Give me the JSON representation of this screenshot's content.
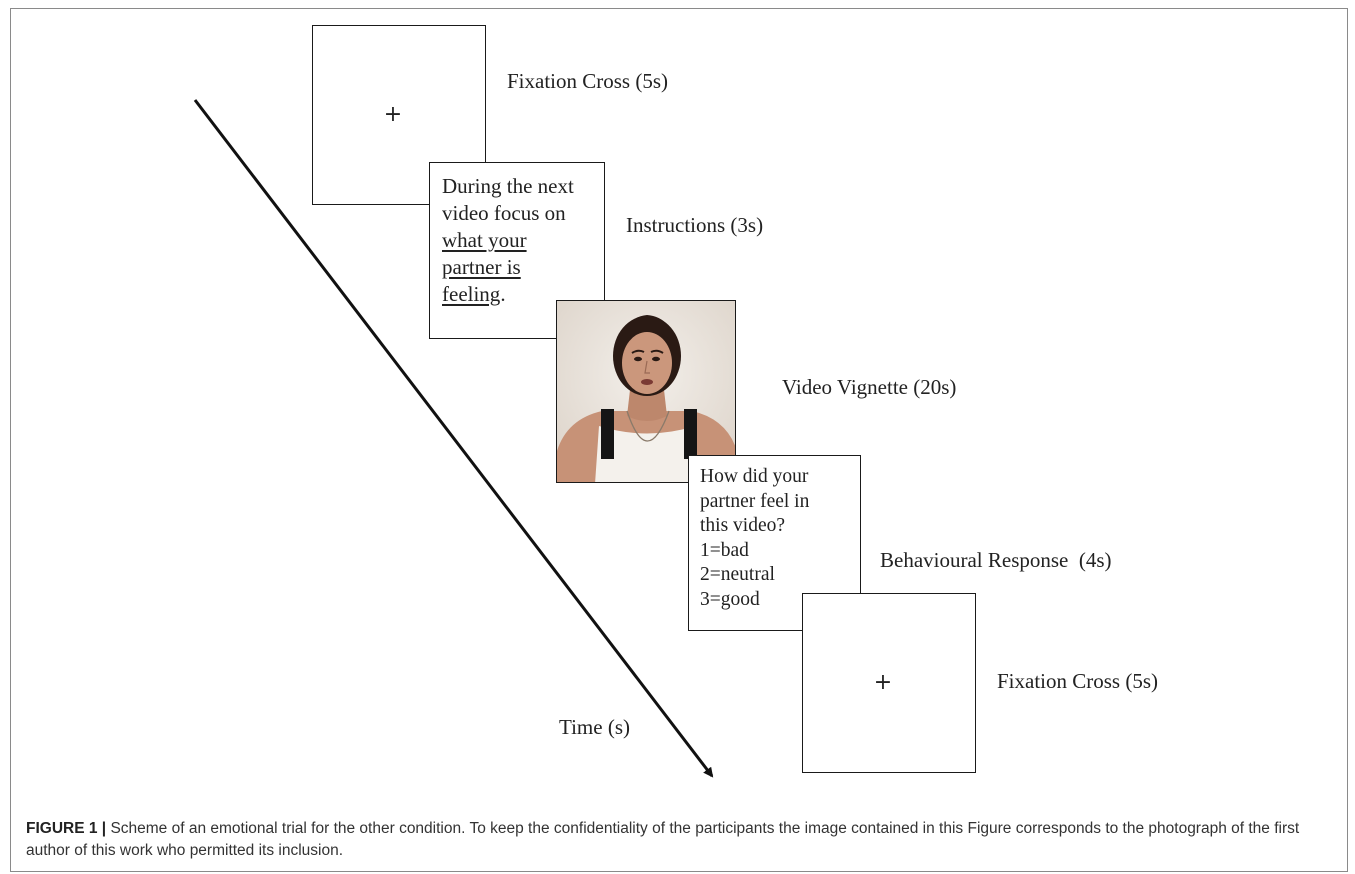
{
  "steps": [
    {
      "label": "Fixation Cross (5s)",
      "content": "+"
    },
    {
      "label": "Instructions (3s)",
      "lines": [
        "During the next",
        "video focus on"
      ],
      "underlined_lines": [
        "what your",
        "partner is",
        "feeling"
      ],
      "trailing": "."
    },
    {
      "label": "Video Vignette (20s)"
    },
    {
      "label": "Behavioural Response  (4s)",
      "lines": [
        "How did your",
        "partner feel in",
        "this video?",
        "1=bad",
        "2=neutral",
        "3=good"
      ]
    },
    {
      "label": "Fixation Cross (5s)",
      "content": "+"
    }
  ],
  "time_axis": {
    "label": "Time (s)"
  },
  "caption": {
    "figure_label": "FIGURE 1",
    "separator": " | ",
    "text": "Scheme of an emotional trial for the other condition. To keep the confidentiality of the participants the image contained in this Figure corresponds to the photograph of the first author of this work who permitted its inclusion."
  },
  "colors": {
    "box_border": "#1a1a1a",
    "text": "#222222",
    "frame_border": "#8a8a8a"
  }
}
